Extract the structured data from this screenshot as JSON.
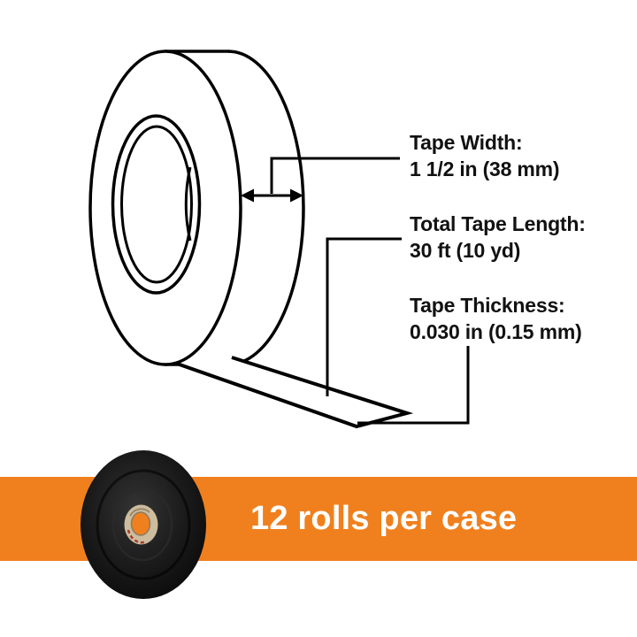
{
  "diagram": {
    "specs": [
      {
        "label": "Tape Width:",
        "value": "1 1/2 in (38 mm)"
      },
      {
        "label": "Total Tape Length:",
        "value": "30 ft (10 yd)"
      },
      {
        "label": "Tape Thickness:",
        "value": "0.030 in (0.15 mm)"
      }
    ]
  },
  "banner": {
    "text": "12 rolls per case"
  },
  "colors": {
    "accent_orange": "#F0801E",
    "line_black": "#000000",
    "text_black": "#111111",
    "banner_text_white": "#FFFFFF",
    "core_cardboard": "#CDBC9E",
    "core_print_red": "#A83A2A"
  }
}
